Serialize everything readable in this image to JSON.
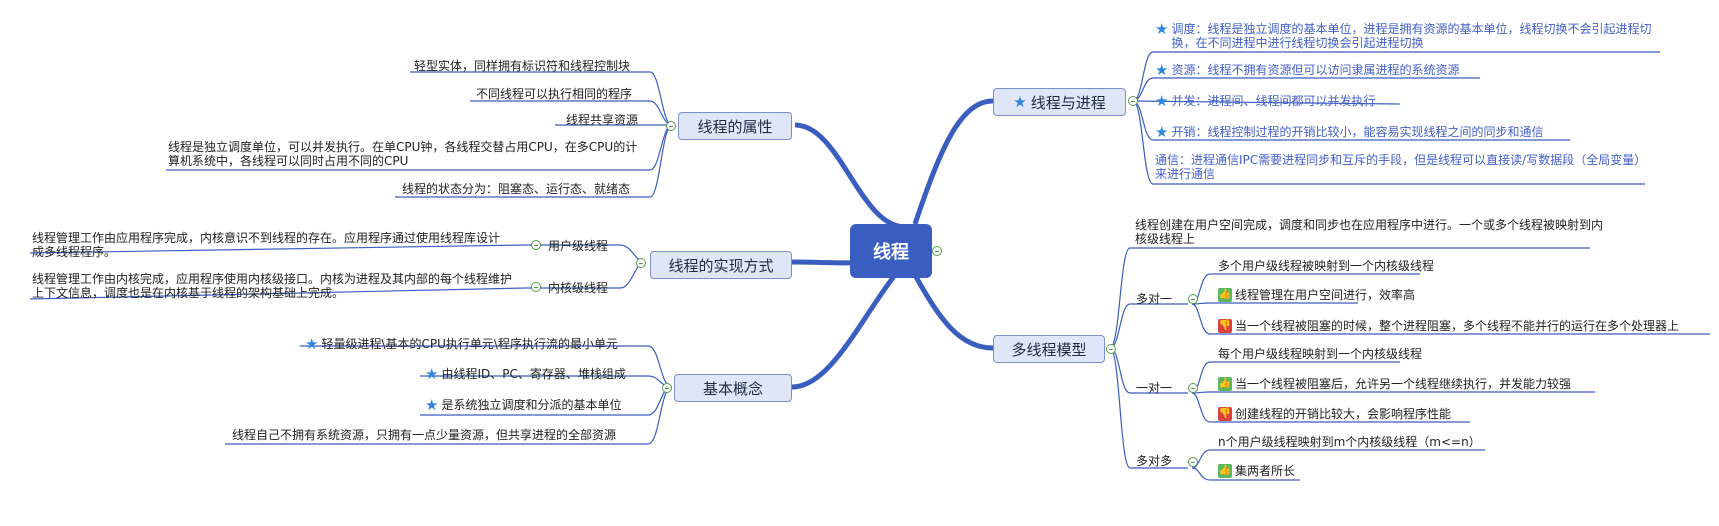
{
  "central": {
    "label": "线程"
  },
  "branches": {
    "attributes": {
      "label": "线程的属性",
      "items": [
        "轻型实体，同样拥有标识符和线程控制块",
        "不同线程可以执行相同的程序",
        "线程共享资源",
        "线程是独立调度单位，可以并发执行。在单CPU钟，各线程交替占用CPU，在多CPU的计算机系统中，各线程可以同时占用不同的CPU",
        "线程的状态分为：阻塞态、运行态、就绪态"
      ]
    },
    "implementation": {
      "label": "线程的实现方式",
      "user_level": {
        "label": "用户级线程",
        "desc": "线程管理工作由应用程序完成，内核意识不到线程的存在。应用程序通过使用线程库设计成多线程程序。"
      },
      "kernel_level": {
        "label": "内核级线程",
        "desc": "线程管理工作由内核完成，应用程序使用内核级接口。内核为进程及其内部的每个线程维护上下文信息，调度也是在内核基于线程的架构基础上完成。"
      }
    },
    "basics": {
      "label": "基本概念",
      "items": [
        "轻量级进程\\基本的CPU执行单元\\程序执行流的最小单元",
        "由线程ID、PC、寄存器、堆栈组成",
        "是系统独立调度和分派的基本单位",
        "线程自己不拥有系统资源，只拥有一点少量资源，但共享进程的全部资源"
      ]
    },
    "thread_vs_process": {
      "label": "线程与进程",
      "items": [
        "调度：线程是独立调度的基本单位，进程是拥有资源的基本单位，线程切换不会引起进程切换，在不同进程中进行线程切换会引起进程切换",
        "资源：线程不拥有资源但可以访问隶属进程的系统资源",
        "并发：进程间、线程间都可以并发执行",
        "开销：线程控制过程的开销比较小，能容易实现线程之间的同步和通信",
        "通信：进程通信IPC需要进程同步和互斥的手段，但是线程可以直接读/写数据段（全局变量）来进行通信"
      ]
    },
    "models": {
      "label": "多线程模型",
      "intro": "线程创建在用户空间完成，调度和同步也在应用程序中进行。一个或多个线程被映射到内核级线程上",
      "many_to_one": {
        "label": "多对一",
        "desc": "多个用户级线程被映射到一个内核级线程",
        "pro": "线程管理在用户空间进行，效率高",
        "con": "当一个线程被阻塞的时候，整个进程阻塞，多个线程不能并行的运行在多个处理器上"
      },
      "one_to_one": {
        "label": "一对一",
        "desc": "每个用户级线程映射到一个内核级线程",
        "pro": "当一个线程被阻塞后，允许另一个线程继续执行，并发能力较强",
        "con": "创建线程的开销比较大，会影响程序性能"
      },
      "many_to_many": {
        "label": "多对多",
        "desc": "n个用户级线程映射到m个内核级线程（m<=n）",
        "pro": "集两者所长"
      }
    }
  },
  "colors": {
    "central": "#3a5ec0",
    "branch_fill": "#dfe6f8",
    "line": "#3a5ec0",
    "star": "#2e86de",
    "pro": "#5cb85c",
    "con": "#d9413f"
  },
  "icons": {
    "star": "star-icon",
    "pro": "thumbs-up-icon",
    "con": "thumbs-down-icon",
    "collapse": "collapse-icon"
  }
}
